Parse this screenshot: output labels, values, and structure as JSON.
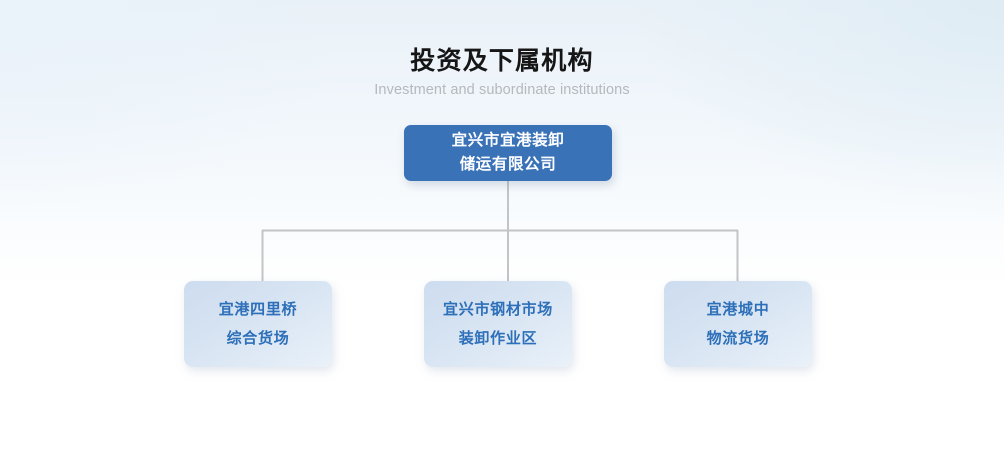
{
  "header": {
    "title": "投资及下属机构",
    "subtitle": "Investment and subordinate institutions"
  },
  "colors": {
    "root_fill": "#3a72b8",
    "root_text": "#ffffff",
    "child_fill_start": "#cddcef",
    "child_fill_end": "#e9f1f9",
    "child_text": "#2d6fb8",
    "connector": "#c2c4c6",
    "title_text": "#161616",
    "subtitle_text": "#b4b9bd",
    "background_top": "#e9f1f8",
    "background_bottom": "#ffffff"
  },
  "chart_data": {
    "type": "diagram",
    "title": "投资及下属机构",
    "subtitle": "Investment and subordinate institutions",
    "orientation": "top-down",
    "root": {
      "id": "root",
      "lines": [
        "宜兴市宜港装卸",
        "储运有限公司"
      ],
      "full_text": "宜兴市宜港装卸储运有限公司"
    },
    "children": [
      {
        "id": "child-0",
        "lines": [
          "宜港四里桥",
          "综合货场"
        ],
        "full_text": "宜港四里桥综合货场"
      },
      {
        "id": "child-1",
        "lines": [
          "宜兴市钢材市场",
          "装卸作业区"
        ],
        "full_text": "宜兴市钢材市场装卸作业区"
      },
      {
        "id": "child-2",
        "lines": [
          "宜港城中",
          "物流货场"
        ],
        "full_text": "宜港城中物流货场"
      }
    ],
    "edges": [
      {
        "from": "root",
        "to": "child-0"
      },
      {
        "from": "root",
        "to": "child-1"
      },
      {
        "from": "root",
        "to": "child-2"
      }
    ]
  }
}
